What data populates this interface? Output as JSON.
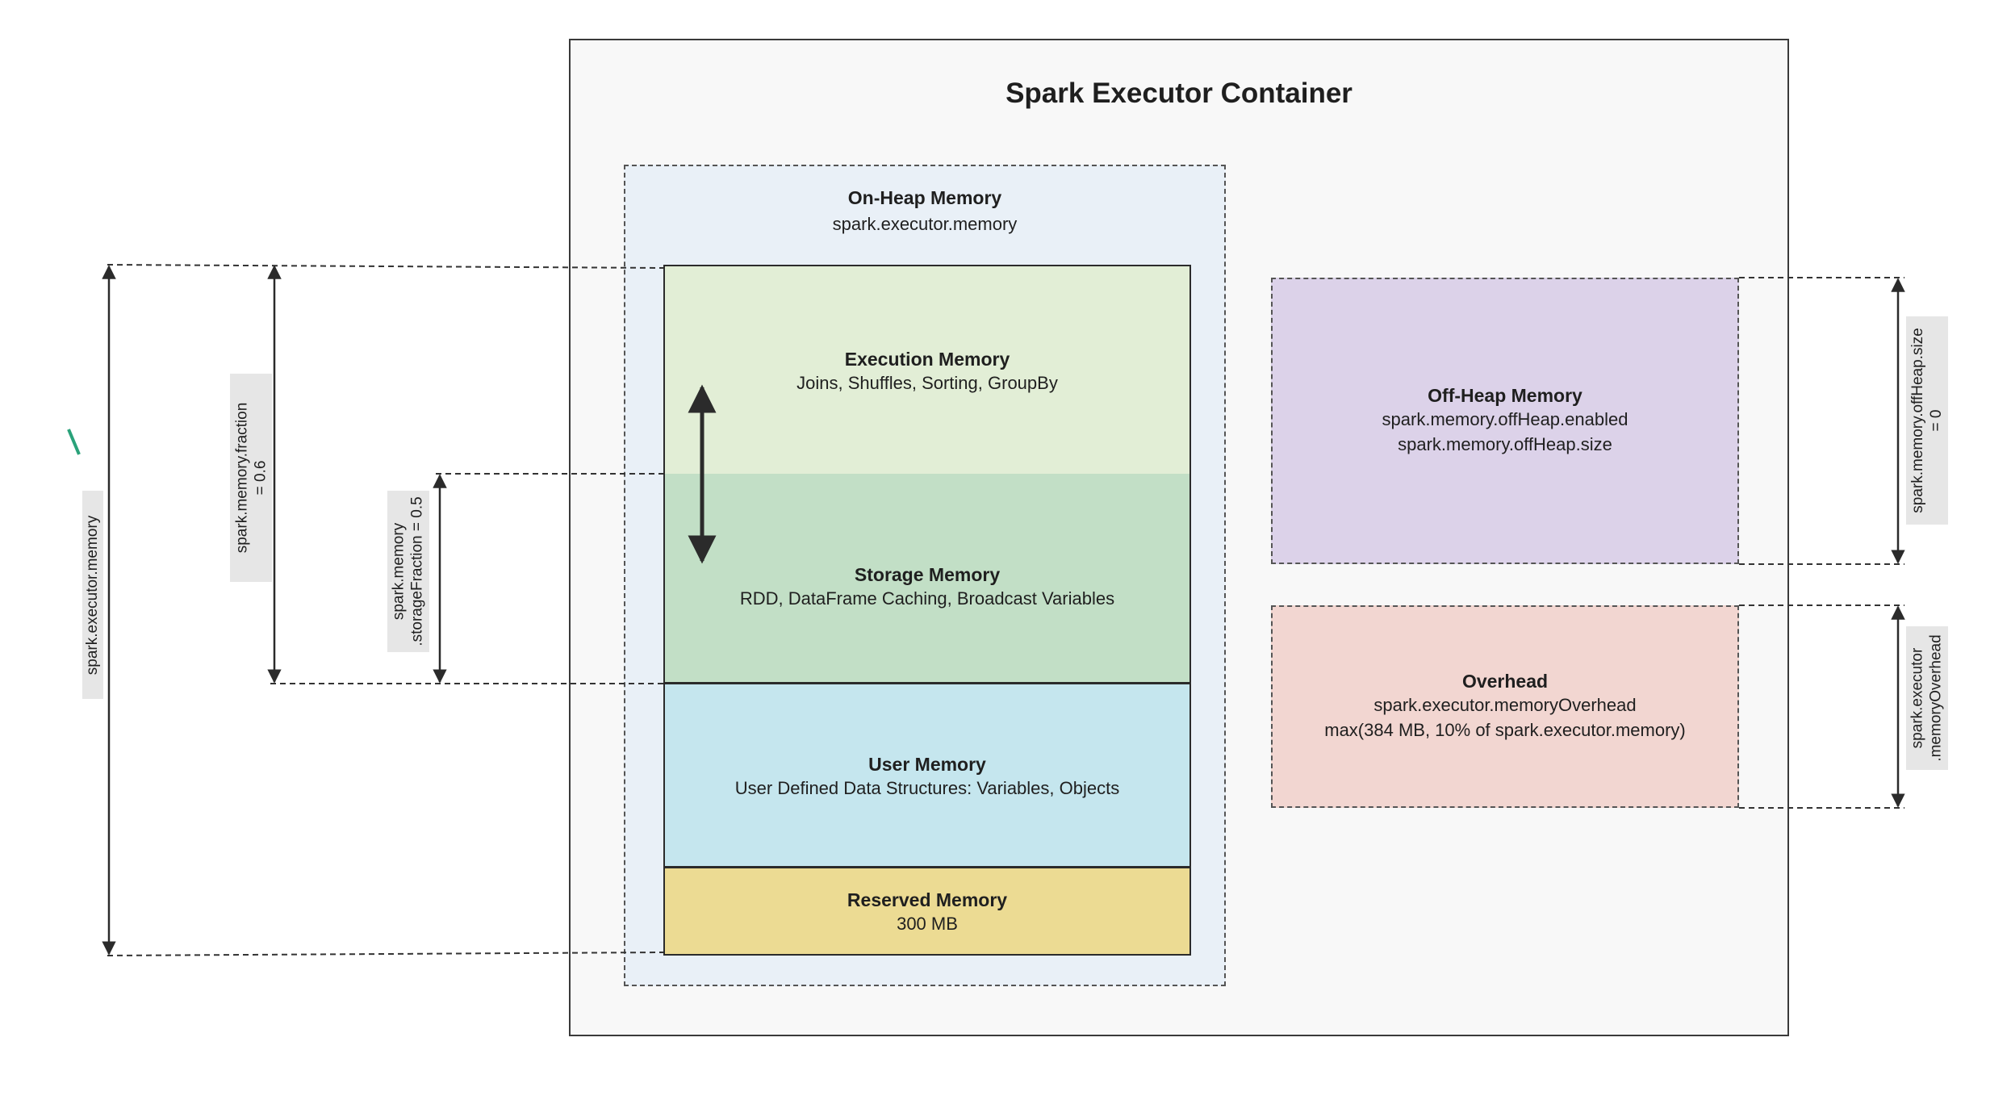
{
  "diagram": {
    "title": "Spark Executor Container",
    "on_heap": {
      "title": "On-Heap Memory",
      "subtitle": "spark.executor.memory"
    },
    "execution": {
      "title": "Execution Memory",
      "subtitle": "Joins, Shuffles, Sorting, GroupBy"
    },
    "storage": {
      "title": "Storage Memory",
      "subtitle": "RDD, DataFrame Caching, Broadcast Variables"
    },
    "user": {
      "title": "User Memory",
      "subtitle": "User Defined Data Structures: Variables, Objects"
    },
    "reserved": {
      "title": "Reserved Memory",
      "subtitle": "300 MB"
    },
    "off_heap": {
      "title": "Off-Heap Memory",
      "line1": "spark.memory.offHeap.enabled",
      "line2": "spark.memory.offHeap.size"
    },
    "overhead": {
      "title": "Overhead",
      "line1": "spark.executor.memoryOverhead",
      "line2": "max(384 MB, 10% of spark.executor.memory)"
    },
    "dimensions": {
      "executor_memory": "spark.executor.memory",
      "memory_fraction_1": "spark.memory.fraction",
      "memory_fraction_2": "= 0.6",
      "storage_fraction_1": "spark.memory",
      "storage_fraction_2": ".storageFraction = 0.5",
      "offheap_size_1": "spark.memory.offHeap.size",
      "offheap_size_2": "= 0",
      "overhead_1": "spark.executor",
      "overhead_2": ".memoryOverhead"
    },
    "colors": {
      "execution": "#e2eed6",
      "storage": "#c2dfc6",
      "user": "#c5e6ee",
      "reserved": "#ecdb93",
      "off_heap": "#dcd2e9",
      "overhead": "#f2d6d1",
      "on_heap": "#e9f0f7"
    }
  }
}
